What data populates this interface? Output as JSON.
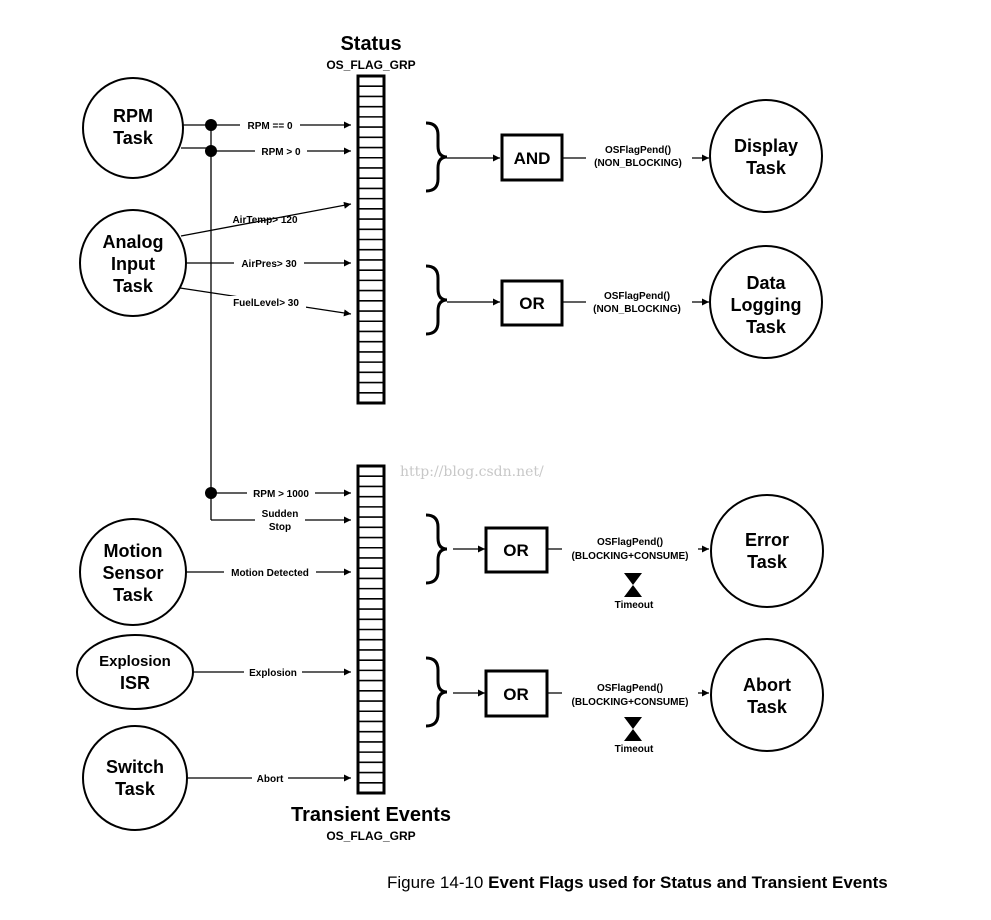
{
  "groups": {
    "status_title": "Status",
    "status_sub": "OS_FLAG_GRP",
    "transient_title": "Transient Events",
    "transient_sub": "OS_FLAG_GRP"
  },
  "tasks": {
    "rpm": [
      "RPM",
      "Task"
    ],
    "analog": [
      "Analog",
      "Input",
      "Task"
    ],
    "motion": [
      "Motion",
      "Sensor",
      "Task"
    ],
    "explosion": [
      "Explosion",
      "ISR"
    ],
    "switch": [
      "Switch",
      "Task"
    ],
    "display": [
      "Display",
      "Task"
    ],
    "datalog": [
      "Data",
      "Logging",
      "Task"
    ],
    "error": [
      "Error",
      "Task"
    ],
    "abort": [
      "Abort",
      "Task"
    ]
  },
  "flags": {
    "rpm_eq_0": "RPM == 0",
    "rpm_gt_0": "RPM > 0",
    "airtemp": "AirTemp> 120",
    "airpres": "AirPres> 30",
    "fuellevel": "FuelLevel> 30",
    "rpm_gt_1000": "RPM > 1000",
    "sudden_stop": [
      "Sudden",
      "Stop"
    ],
    "motion_detected": "Motion Detected",
    "explosion": "Explosion",
    "abort": "Abort"
  },
  "gates": {
    "and1": "AND",
    "or1": "OR",
    "or2": "OR",
    "or3": "OR"
  },
  "pends": {
    "p1": [
      "OSFlagPend()",
      "(NON_BLOCKING)"
    ],
    "p2": [
      "OSFlagPend()",
      "(NON_BLOCKING)"
    ],
    "p3": [
      "OSFlagPend()",
      "(BLOCKING+CONSUME)"
    ],
    "p4": [
      "OSFlagPend()",
      "(BLOCKING+CONSUME)"
    ]
  },
  "timeout_label": "Timeout",
  "watermark": "http://blog.csdn.net/",
  "caption": {
    "number": "Figure 14-10 ",
    "title": "Event Flags used for Status and Transient Events"
  }
}
